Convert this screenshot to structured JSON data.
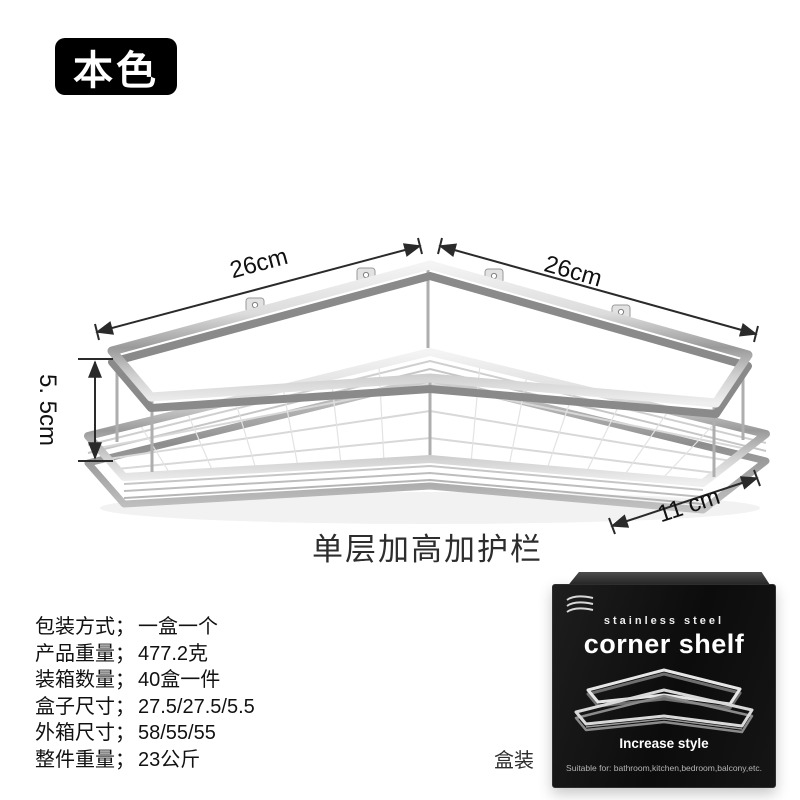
{
  "badge": {
    "label": "本色"
  },
  "diagram": {
    "dim_left_arm": "26cm",
    "dim_right_arm": "26cm",
    "dim_height": "5. 5cm",
    "dim_depth": "11 cm",
    "caption": "单层加高加护栏"
  },
  "specs": {
    "items": [
      {
        "label": "包装方式；",
        "value": "一盒一个"
      },
      {
        "label": "产品重量；",
        "value": "477.2克"
      },
      {
        "label": "装箱数量；",
        "value": "40盒一件"
      },
      {
        "label": "盒子尺寸；",
        "value": "27.5/27.5/5.5"
      },
      {
        "label": "外箱尺寸；",
        "value": "58/55/55"
      },
      {
        "label": "整件重量；",
        "value": "23公斤"
      }
    ]
  },
  "package": {
    "box_label": "盒装",
    "box": {
      "subtitle": "stainless steel",
      "title": "corner shelf",
      "style": "Increase style",
      "suitable": "Suitable for: bathroom,kitchen,bedroom,balcony,etc."
    }
  },
  "colors": {
    "badge_bg": "#000000",
    "chrome_light": "#ececec",
    "chrome_dark": "#8a8a8a",
    "box_bg": "#121212",
    "dimension_line": "#2a2a2a"
  }
}
